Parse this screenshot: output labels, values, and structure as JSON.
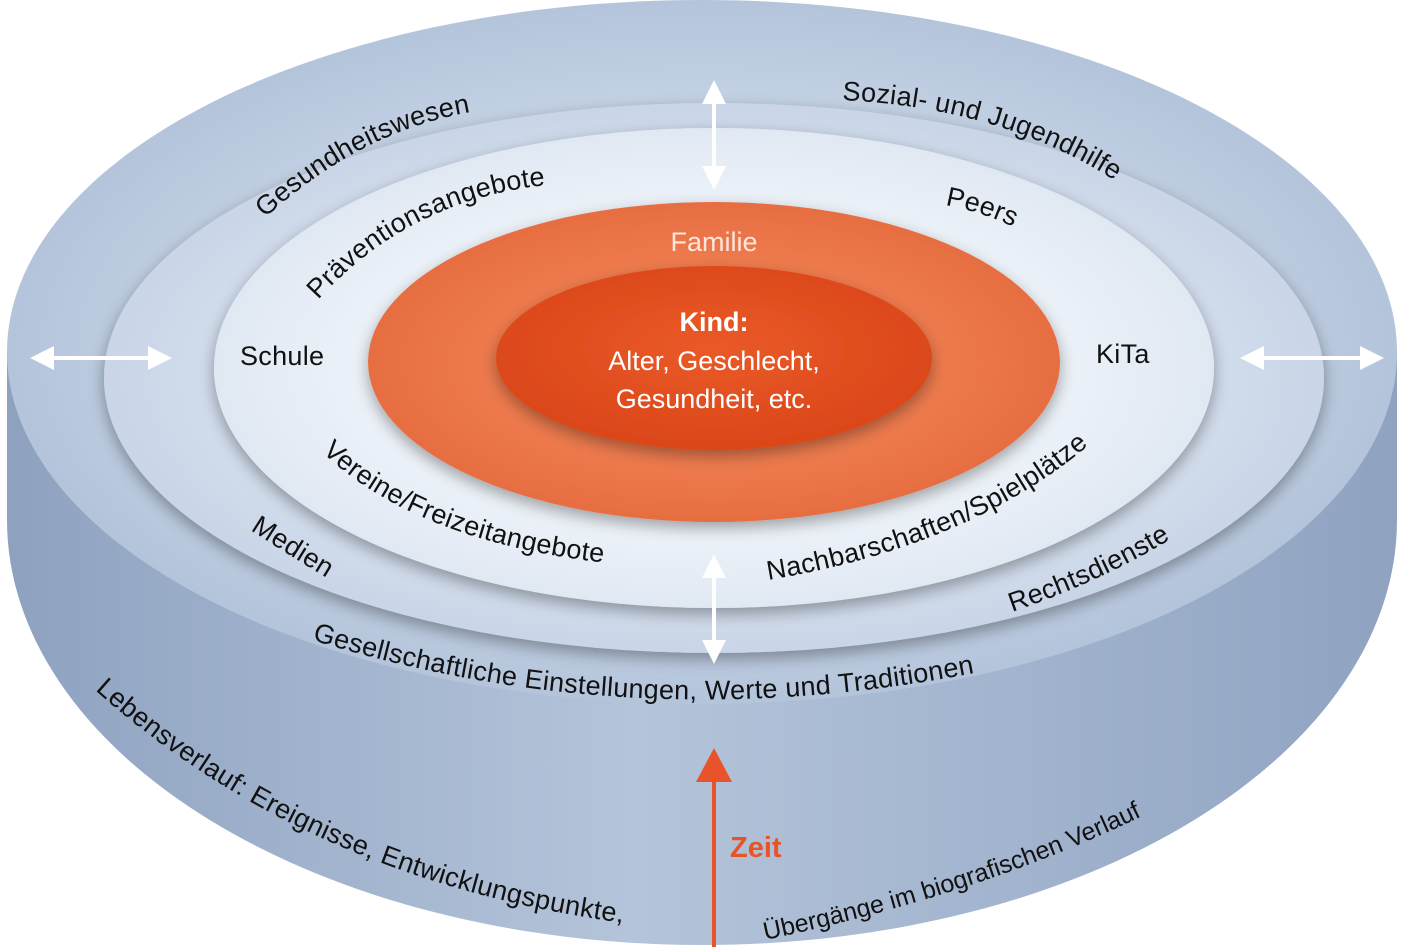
{
  "center": {
    "title": "Kind:",
    "line1": "Alter, Geschlecht,",
    "line2": "Gesundheit, etc."
  },
  "family": "Familie",
  "inner_ring": {
    "praevention": "Präventionsangebote",
    "peers": "Peers",
    "schule": "Schule",
    "kita": "KiTa",
    "vereine": "Vereine/Freizeitangebote",
    "nachbarschaften": "Nachbarschaften/Spielplätze"
  },
  "middle_ring": {
    "gesundheitswesen": "Gesundheitswesen",
    "sozial": "Sozial- und Jugendhilfe",
    "medien": "Medien",
    "rechtsdienste": "Rechtsdienste"
  },
  "outer_ring": {
    "gesellschaft": "Gesellschaftliche Einstellungen, Werte und Traditionen"
  },
  "side_wall": {
    "lebensverlauf": "Lebensverlauf: Ereignisse, Entwicklungspunkte,",
    "uebergaenge": "Übergänge im biografischen Verlauf"
  },
  "time_arrow": {
    "label": "Zeit",
    "color": "#e8532a"
  },
  "colors": {
    "outer_top": "#b9c9df",
    "outer_side": "#9cb0cc",
    "middle_ring": "#cfdbeb",
    "inner_ring": "#e6edf6",
    "family": "#ee7748",
    "child": "#e24e1f"
  }
}
